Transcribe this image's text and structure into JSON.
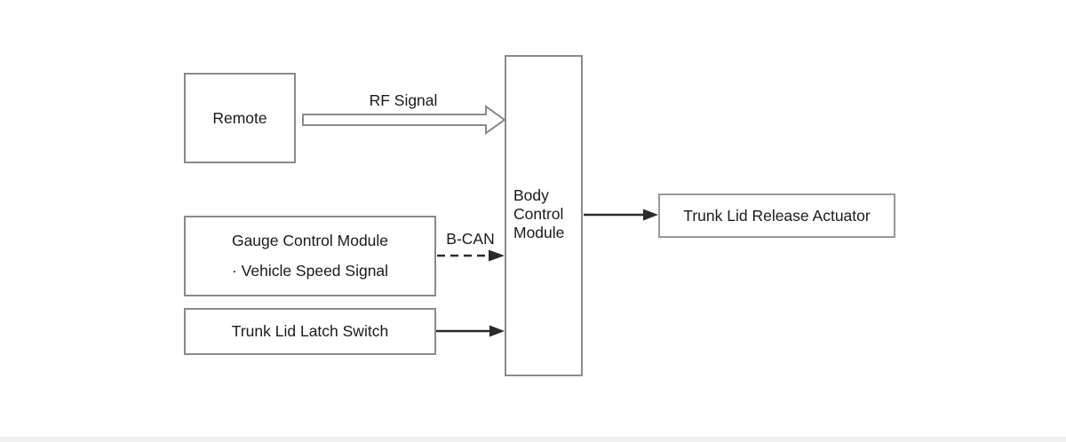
{
  "diagram": {
    "background": "#ffffff",
    "box_border_color": "#8a8a8a",
    "text_color": "#1a1a1a",
    "solid_arrow_color": "#2b2b2b",
    "hollow_arrow_outline_color": "#8a8a8a",
    "nodes": {
      "remote": {
        "label": "Remote"
      },
      "gauge_control_module": {
        "title": "Gauge Control Module",
        "subitem": "· Vehicle Speed Signal"
      },
      "trunk_lid_latch_switch": {
        "label": "Trunk Lid Latch Switch"
      },
      "body_control_module": {
        "label": "Body Control Module"
      },
      "trunk_lid_release_actuator": {
        "label": "Trunk Lid Release Actuator"
      }
    },
    "connections": [
      {
        "from": "remote",
        "to": "body_control_module",
        "label": "RF Signal",
        "style": "hollow-outline-arrow"
      },
      {
        "from": "gauge_control_module",
        "to": "body_control_module",
        "label": "B-CAN",
        "style": "dashed-arrow"
      },
      {
        "from": "trunk_lid_latch_switch",
        "to": "body_control_module",
        "label": "",
        "style": "solid-arrow"
      },
      {
        "from": "body_control_module",
        "to": "trunk_lid_release_actuator",
        "label": "",
        "style": "solid-arrow"
      }
    ]
  }
}
